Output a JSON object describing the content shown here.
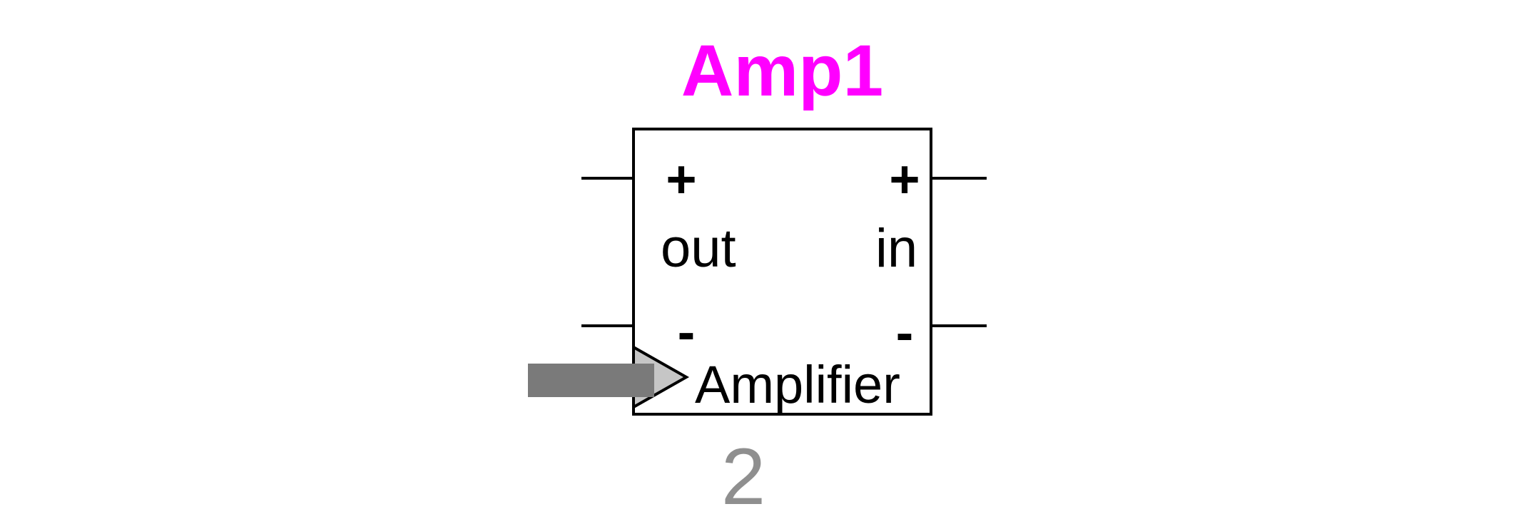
{
  "schematic": {
    "background_color": "#ffffff",
    "component": {
      "designator": "Amp1",
      "designator_color": "#ff00ff",
      "type_label": "Amplifier",
      "index_label": "2",
      "index_color": "#8f8f8f",
      "body_border_color": "#000000",
      "ports": {
        "out": {
          "plus_sign": "+",
          "label": "out",
          "minus_sign": "-"
        },
        "in": {
          "plus_sign": "+",
          "label": "in",
          "minus_sign": "-"
        }
      }
    },
    "annotation_arrow": {
      "direction": "right",
      "shaft_color": "#7a7a7a",
      "head_fill_color": "#c6c6c6",
      "head_outline_color": "#000000"
    }
  }
}
